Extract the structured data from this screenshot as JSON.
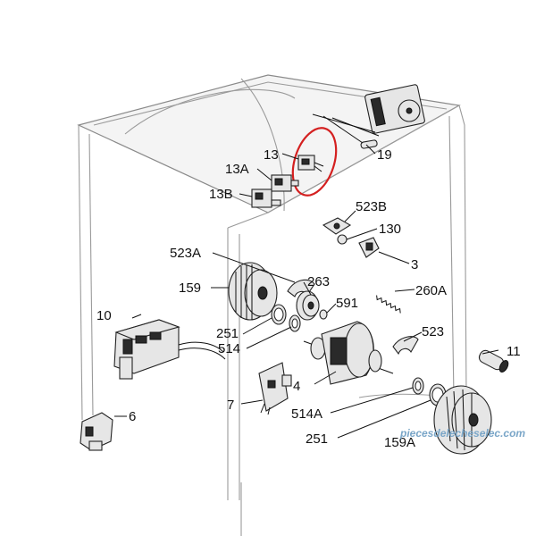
{
  "colors": {
    "highlight_circle": "#d42020",
    "watermark": "#7aa6c8",
    "line": "#111111"
  },
  "watermark": "piecesdelecheselec.com",
  "labels": {
    "p13": "13",
    "p19": "19",
    "p13A": "13A",
    "p13B": "13B",
    "p523B": "523B",
    "p130": "130",
    "p3": "3",
    "p523A": "523A",
    "p263": "263",
    "p260A": "260A",
    "p159": "159",
    "p591": "591",
    "p10": "10",
    "p251a": "251",
    "p514": "514",
    "p523": "523",
    "p11": "11",
    "p4": "4",
    "p7": "7",
    "p514A": "514A",
    "p6": "6",
    "p251b": "251",
    "p159A": "159A"
  }
}
